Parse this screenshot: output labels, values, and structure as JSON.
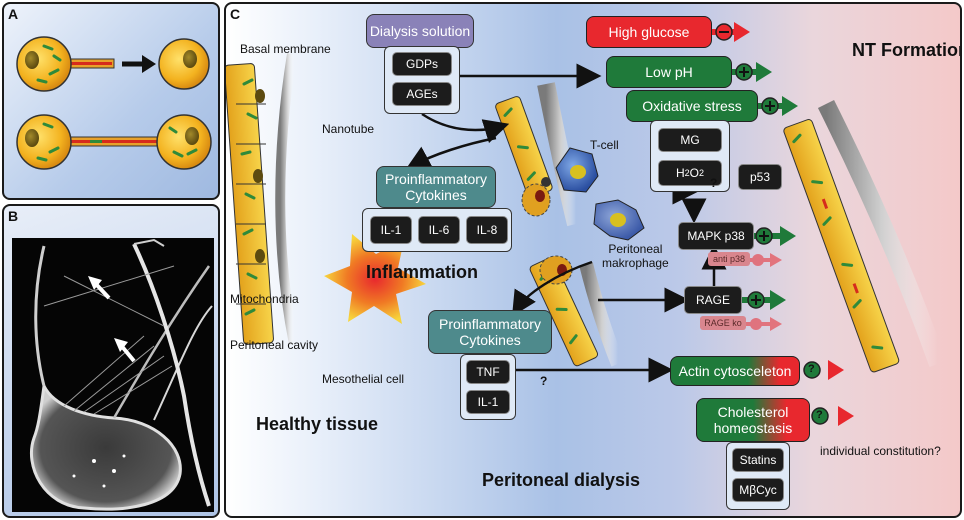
{
  "panel_labels": {
    "a": "A",
    "b": "B",
    "c": "C"
  },
  "labels": {
    "basal_membrane": "Basal membrane",
    "nanotube": "Nanotube",
    "mitochondria": "Mitochondria",
    "peritoneal_cavity": "Peritoneal cavity",
    "mesothelial_cell": "Mesothelial cell",
    "healthy_tissue": "Healthy tissue",
    "peritoneal_dialysis": "Peritoneal dialysis",
    "nt_formation": "NT Formation",
    "inflammation": "Inflammation",
    "t_cell": "T-cell",
    "macrophage_line1": "Peritoneal",
    "macrophage_line2": "makrophage",
    "individual_constitution": "individual constitution?",
    "question_mark": "?"
  },
  "dialysis": {
    "title": "Dialysis solution",
    "items": [
      "GDPs",
      "AGEs"
    ]
  },
  "cytokines_top": {
    "line1": "Proinflammatory",
    "line2": "Cytokines",
    "items": [
      "IL-1",
      "IL-6",
      "IL-8"
    ]
  },
  "cytokines_bottom": {
    "line1": "Proinflammatory",
    "line2": "Cytokines",
    "items": [
      "TNF",
      "IL-1"
    ]
  },
  "factors": {
    "high_glucose": "High glucose",
    "low_ph": "Low pH",
    "oxidative_stress": "Oxidative stress",
    "actin": "Actin cytosceleton",
    "cholesterol_line1": "Cholesterol",
    "cholesterol_line2": "homeostasis"
  },
  "oxidative_items": {
    "mg": "MG",
    "h2o2": "H",
    "h2o2_sub1": "2",
    "h2o2_mid": "O",
    "h2o2_sub2": "2"
  },
  "p53": "p53",
  "mapk": "MAPK p38",
  "anti_p38": "anti p38",
  "rage": "RAGE",
  "rage_ko": "RAGE ko",
  "cholesterol_items": [
    "Statins",
    "MβCyc"
  ],
  "colors": {
    "red": "#e8282e",
    "green": "#1f7a3a",
    "purple": "#8a82b8",
    "teal": "#4e8a8c",
    "dark": "#1c1c1c"
  }
}
